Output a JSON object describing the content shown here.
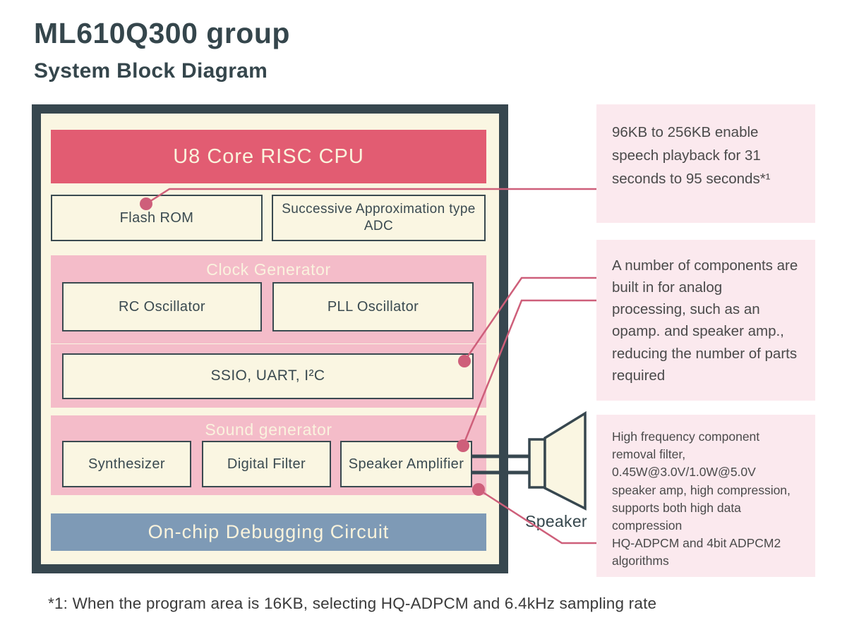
{
  "header": {
    "title": "ML610Q300 group",
    "subtitle": "System Block Diagram"
  },
  "diagram": {
    "cpu_label": "U8 Core RISC CPU",
    "flash_rom_label": "Flash ROM",
    "adc_label": "Successive Approximation type ADC",
    "clock_generator": {
      "label": "Clock Generator",
      "rc_oscillator": "RC Oscillator",
      "pll_oscillator": "PLL Oscillator"
    },
    "peripheral_label": "SSIO, UART, I²C",
    "sound_generator": {
      "label": "Sound generator",
      "synthesizer": "Synthesizer",
      "digital_filter": "Digital Filter",
      "speaker_amplifier": "Speaker Amplifier"
    },
    "debug_label": "On-chip Debugging Circuit",
    "speaker_label": "Speaker"
  },
  "annotations": [
    "96KB to 256KB enable speech playback for 31 seconds to 95 seconds*¹",
    "A number of components are built in for analog processing, such as an opamp. and speaker amp., reducing the number of parts required",
    "High frequency component removal filter,\n0.45W@3.0V/1.0W@5.0V speaker amp, high compression, supports both high data compression\nHQ-ADPCM and 4bit ADPCM2 algorithms"
  ],
  "footnote": "*1: When the program area is 16KB, selecting HQ-ADPCM and 6.4kHz sampling rate",
  "colors": {
    "frame": "#37474f",
    "cream": "#faf6e2",
    "red_banner": "#e25c72",
    "pink_band": "#f4bcc9",
    "blue_banner": "#7e9ab6",
    "annotation_bg": "#fbe9ee",
    "callout": "#ce5f7a"
  }
}
